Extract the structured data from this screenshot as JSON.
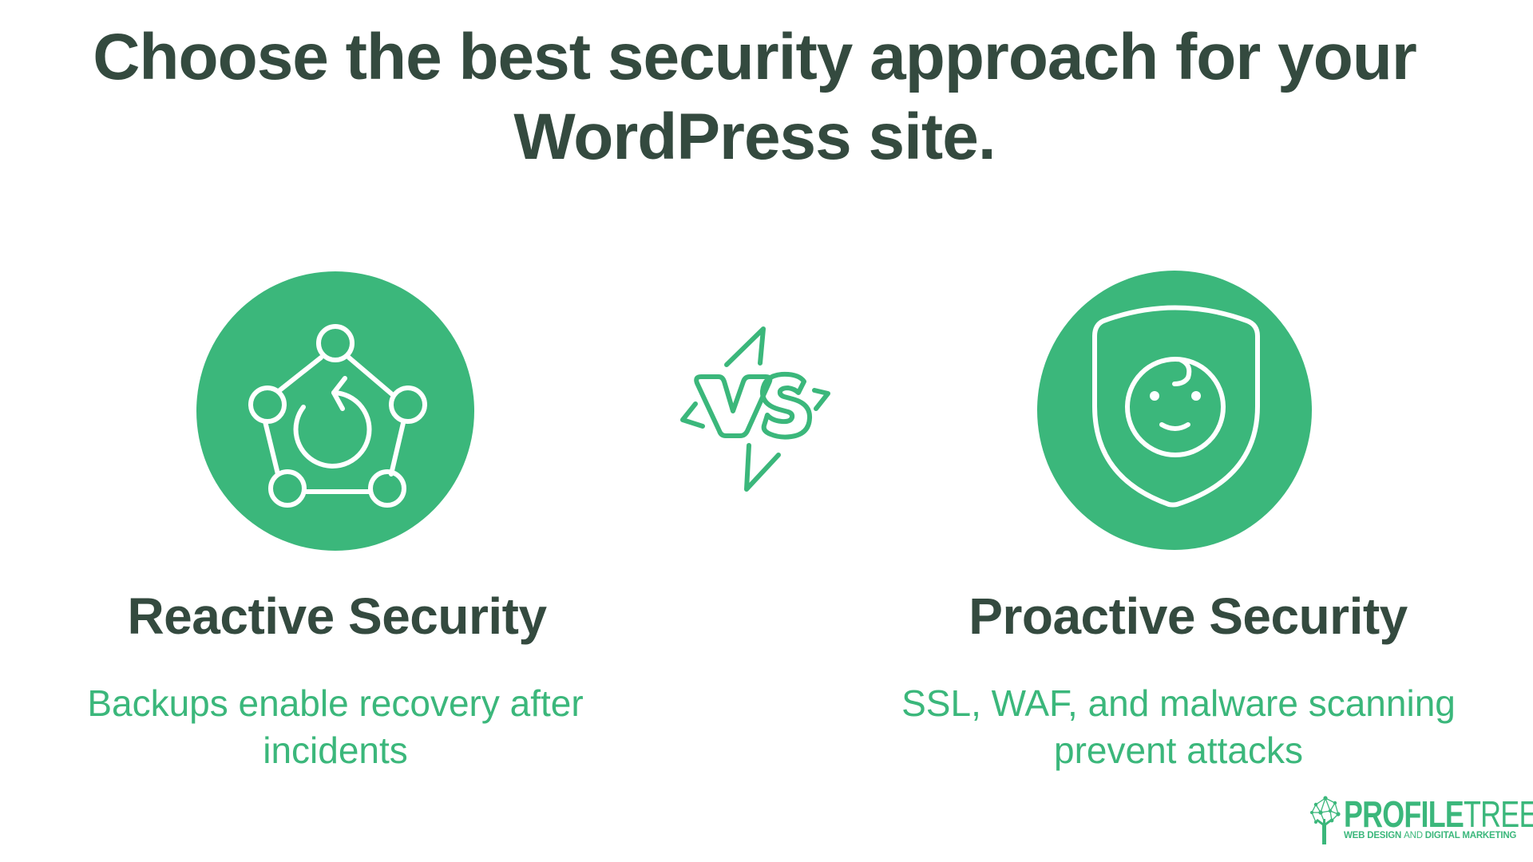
{
  "title": {
    "line1": "Choose the best security approach for your",
    "line2": "WordPress site."
  },
  "colors": {
    "accent": "#3bb77b",
    "text_dark": "#344a3f",
    "background": "#ffffff"
  },
  "options": [
    {
      "icon": "network-refresh-icon",
      "heading": "Reactive Security",
      "description_line1": "Backups enable recovery after",
      "description_line2": "incidents"
    },
    {
      "icon": "shield-baby-face-icon",
      "heading": "Proactive Security",
      "description_line1": "SSL, WAF, and malware scanning",
      "description_line2": "prevent attacks"
    }
  ],
  "versus": {
    "icon": "versus-lightning-icon",
    "label": "VS"
  },
  "logo": {
    "name_bold": "PROFILE",
    "name_light": "TREE",
    "tag_part1": "WEB DESIGN ",
    "tag_part2": "AND",
    "tag_part3": " DIGITAL MARKETING"
  }
}
